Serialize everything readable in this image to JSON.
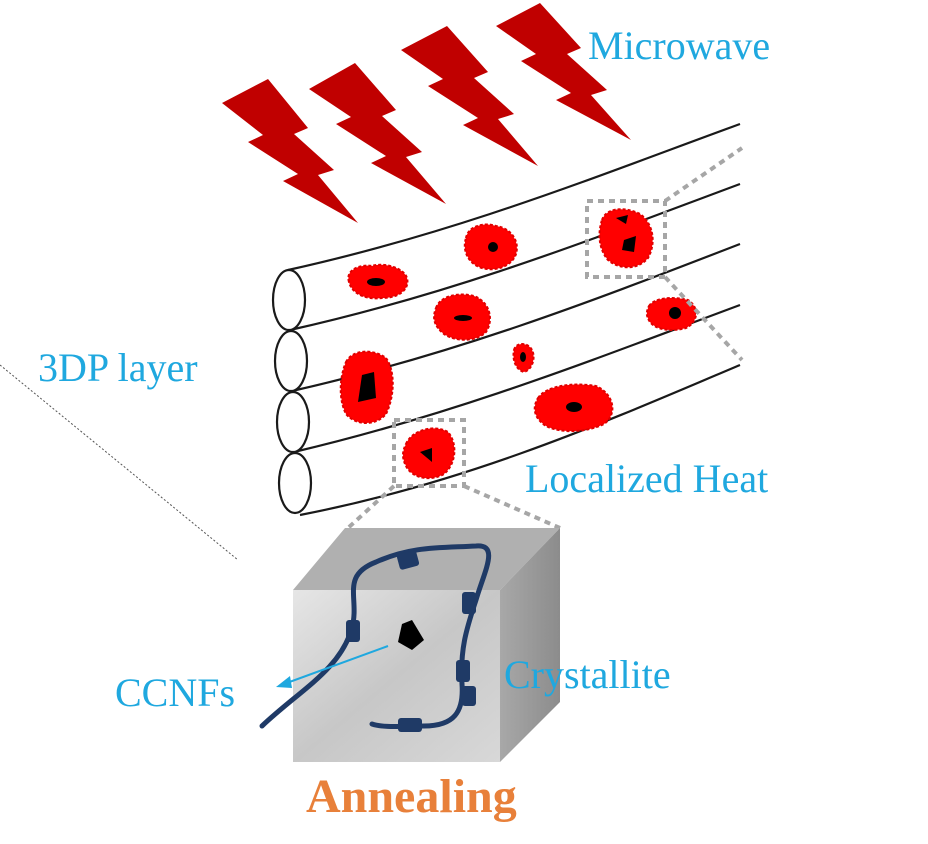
{
  "labels": {
    "microwave": "Microwave",
    "layer": "3DP layer",
    "heat": "Localized Heat",
    "ccnfs": "CCNFs",
    "crystallite": "Crystallite",
    "annealing": "Annealing"
  },
  "colors": {
    "label": "#1fa8df",
    "annealing": "#e8803a",
    "lightning": "#c00000",
    "hotspot": "#ff0000",
    "core": "#000000",
    "fiber": "#1f3a66",
    "cube_front": "#c9c9c9",
    "cube_side": "#9a9a9a",
    "cube_top": "#b5b5b5",
    "dashed_box": "#a6a6a6"
  },
  "icons": {
    "lightning": "lightning-bolt-icon",
    "hotspot": "hot-spot-icon"
  }
}
